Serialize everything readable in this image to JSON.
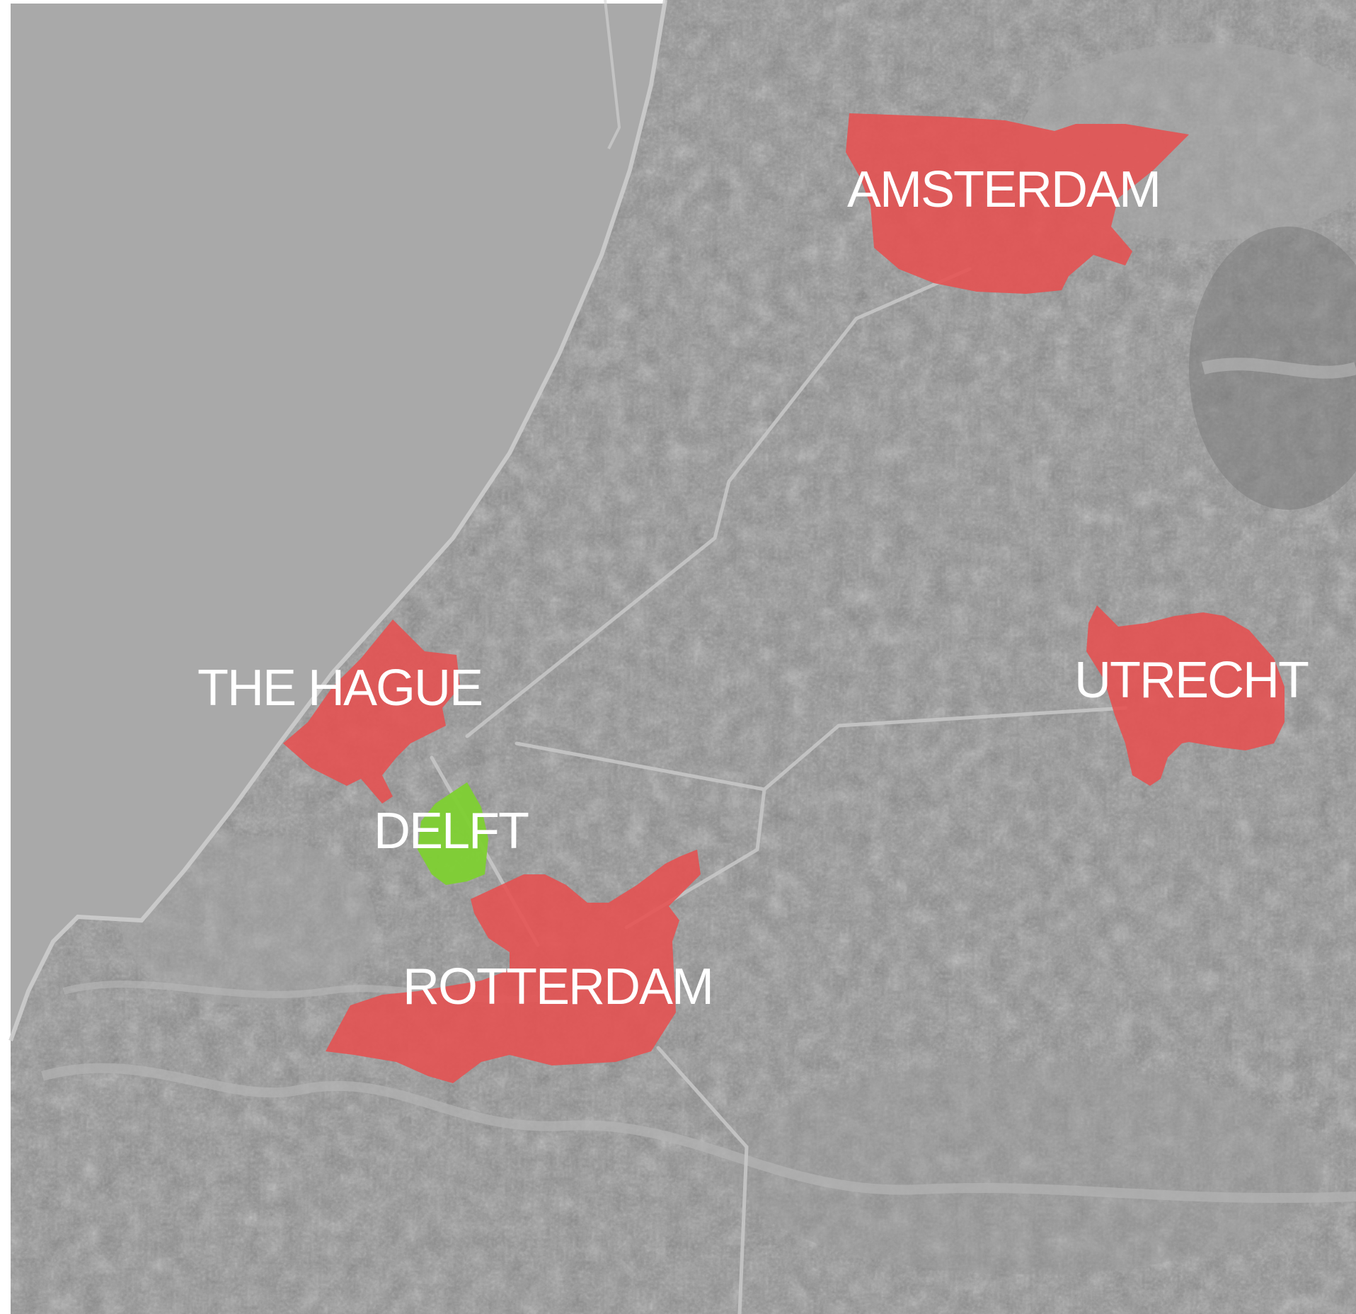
{
  "map": {
    "colors": {
      "sea": "#a9a9a9",
      "land": "#8c8c8c",
      "land_dark": "#6f6f6f",
      "land_light": "#a3a3a3",
      "coast": "#c9c9c9",
      "connection": "#c8c8c8",
      "city_fill": "#e65050",
      "highlight_fill": "#7ed032",
      "label": "#ffffff"
    },
    "cities": [
      {
        "id": "amsterdam",
        "label": "AMSTERDAM",
        "highlight": false
      },
      {
        "id": "the-hague",
        "label": "THE HAGUE",
        "highlight": false
      },
      {
        "id": "delft",
        "label": "DELFT",
        "highlight": true
      },
      {
        "id": "rotterdam",
        "label": "ROTTERDAM",
        "highlight": false
      },
      {
        "id": "utrecht",
        "label": "UTRECHT",
        "highlight": false
      }
    ]
  }
}
